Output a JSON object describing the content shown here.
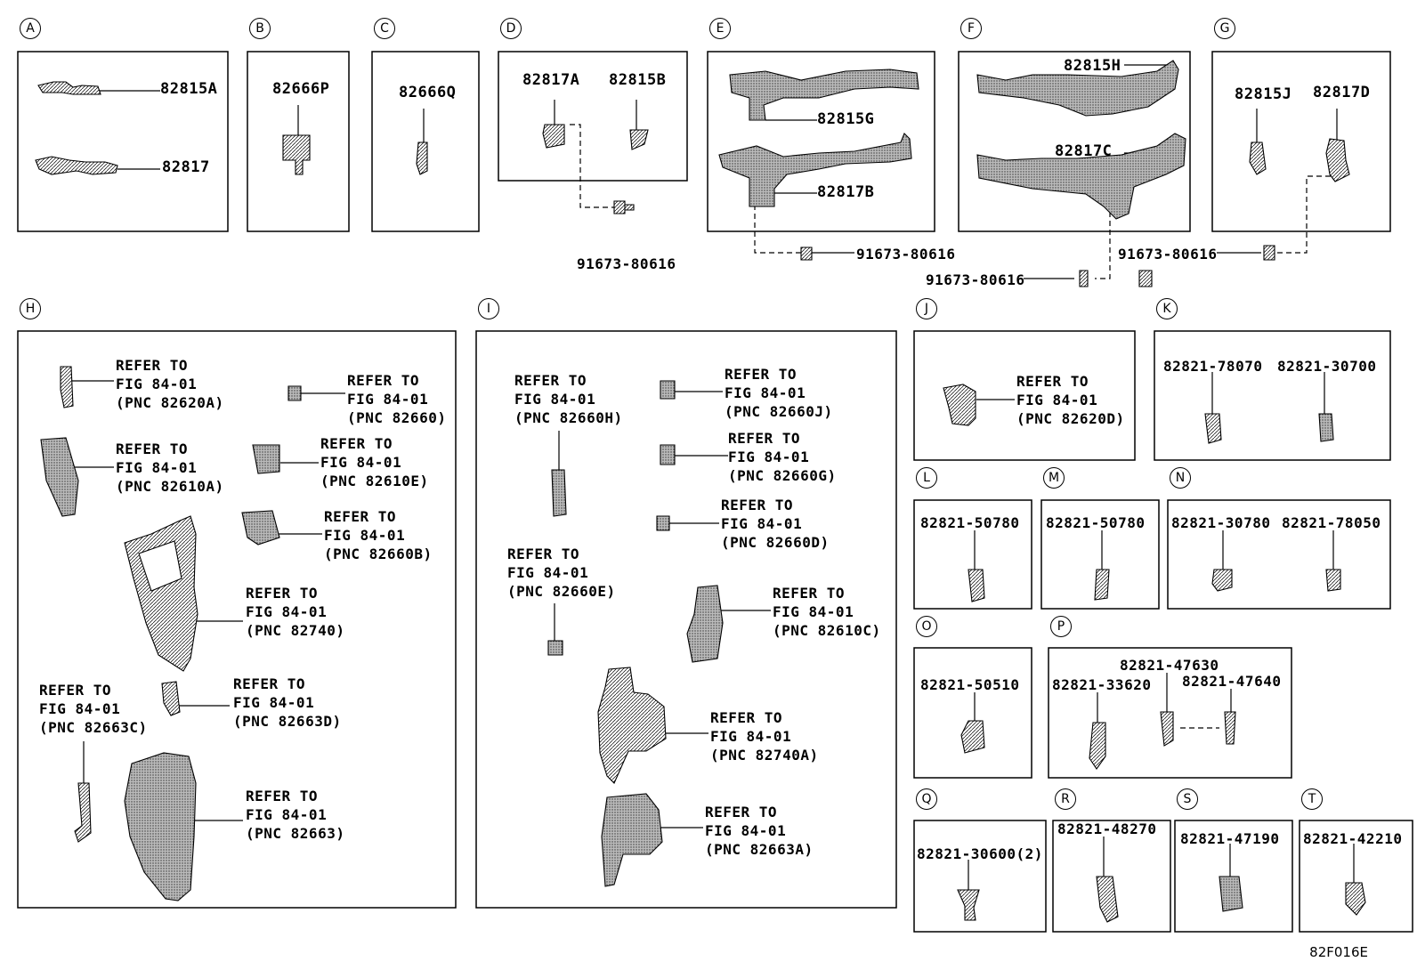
{
  "sections": {
    "A": {
      "letter": "A",
      "parts": [
        "82815A",
        "82817"
      ]
    },
    "B": {
      "letter": "B",
      "parts": [
        "82666P"
      ]
    },
    "C": {
      "letter": "C",
      "parts": [
        "82666Q"
      ]
    },
    "D": {
      "letter": "D",
      "parts": [
        "82817A",
        "82815B"
      ],
      "bolt": "91673-80616"
    },
    "E": {
      "letter": "E",
      "parts": [
        "82815G",
        "82817B"
      ],
      "bolt": "91673-80616"
    },
    "F": {
      "letter": "F",
      "parts": [
        "82815H",
        "82817C"
      ],
      "bolt": "91673-80616"
    },
    "G": {
      "letter": "G",
      "parts": [
        "82815J",
        "82817D"
      ],
      "bolt": "91673-80616"
    },
    "H": {
      "letter": "H",
      "refs": [
        {
          "l1": "REFER TO",
          "l2": "FIG 84-01",
          "l3": "(PNC 82620A)"
        },
        {
          "l1": "REFER TO",
          "l2": "FIG 84-01",
          "l3": "(PNC 82660)"
        },
        {
          "l1": "REFER TO",
          "l2": "FIG 84-01",
          "l3": "(PNC 82610A)"
        },
        {
          "l1": "REFER TO",
          "l2": "FIG 84-01",
          "l3": "(PNC 82610E)"
        },
        {
          "l1": "REFER TO",
          "l2": "FIG 84-01",
          "l3": "(PNC 82660B)"
        },
        {
          "l1": "REFER TO",
          "l2": "FIG 84-01",
          "l3": "(PNC 82740)"
        },
        {
          "l1": "REFER TO",
          "l2": "FIG 84-01",
          "l3": "(PNC 82663C)"
        },
        {
          "l1": "REFER TO",
          "l2": "FIG 84-01",
          "l3": "(PNC 82663D)"
        },
        {
          "l1": "REFER TO",
          "l2": "FIG 84-01",
          "l3": "(PNC 82663)"
        }
      ]
    },
    "I": {
      "letter": "I",
      "refs": [
        {
          "l1": "REFER TO",
          "l2": "FIG 84-01",
          "l3": "(PNC 82660H)"
        },
        {
          "l1": "REFER TO",
          "l2": "FIG 84-01",
          "l3": "(PNC 82660J)"
        },
        {
          "l1": "REFER TO",
          "l2": "FIG 84-01",
          "l3": "(PNC 82660G)"
        },
        {
          "l1": "REFER TO",
          "l2": "FIG 84-01",
          "l3": "(PNC 82660D)"
        },
        {
          "l1": "REFER TO",
          "l2": "FIG 84-01",
          "l3": "(PNC 82660E)"
        },
        {
          "l1": "REFER TO",
          "l2": "FIG 84-01",
          "l3": "(PNC 82610C)"
        },
        {
          "l1": "REFER TO",
          "l2": "FIG 84-01",
          "l3": "(PNC 82740A)"
        },
        {
          "l1": "REFER TO",
          "l2": "FIG 84-01",
          "l3": "(PNC 82663A)"
        }
      ]
    },
    "J": {
      "letter": "J",
      "refs": [
        {
          "l1": "REFER TO",
          "l2": "FIG 84-01",
          "l3": "(PNC 82620D)"
        }
      ]
    },
    "K": {
      "letter": "K",
      "parts": [
        "82821-78070",
        "82821-30700"
      ]
    },
    "L": {
      "letter": "L",
      "parts": [
        "82821-50780"
      ]
    },
    "M": {
      "letter": "M",
      "parts": [
        "82821-50780"
      ]
    },
    "N": {
      "letter": "N",
      "parts": [
        "82821-30780",
        "82821-78050"
      ]
    },
    "O": {
      "letter": "O",
      "parts": [
        "82821-50510"
      ]
    },
    "P": {
      "letter": "P",
      "parts": [
        "82821-47630",
        "82821-33620",
        "82821-47640"
      ]
    },
    "Q": {
      "letter": "Q",
      "parts": [
        "82821-30600(2)"
      ]
    },
    "R": {
      "letter": "R",
      "parts": [
        "82821-48270"
      ]
    },
    "S": {
      "letter": "S",
      "parts": [
        "82821-47190"
      ]
    },
    "T": {
      "letter": "T",
      "parts": [
        "82821-42210"
      ]
    }
  },
  "figure_code": "82F016E"
}
